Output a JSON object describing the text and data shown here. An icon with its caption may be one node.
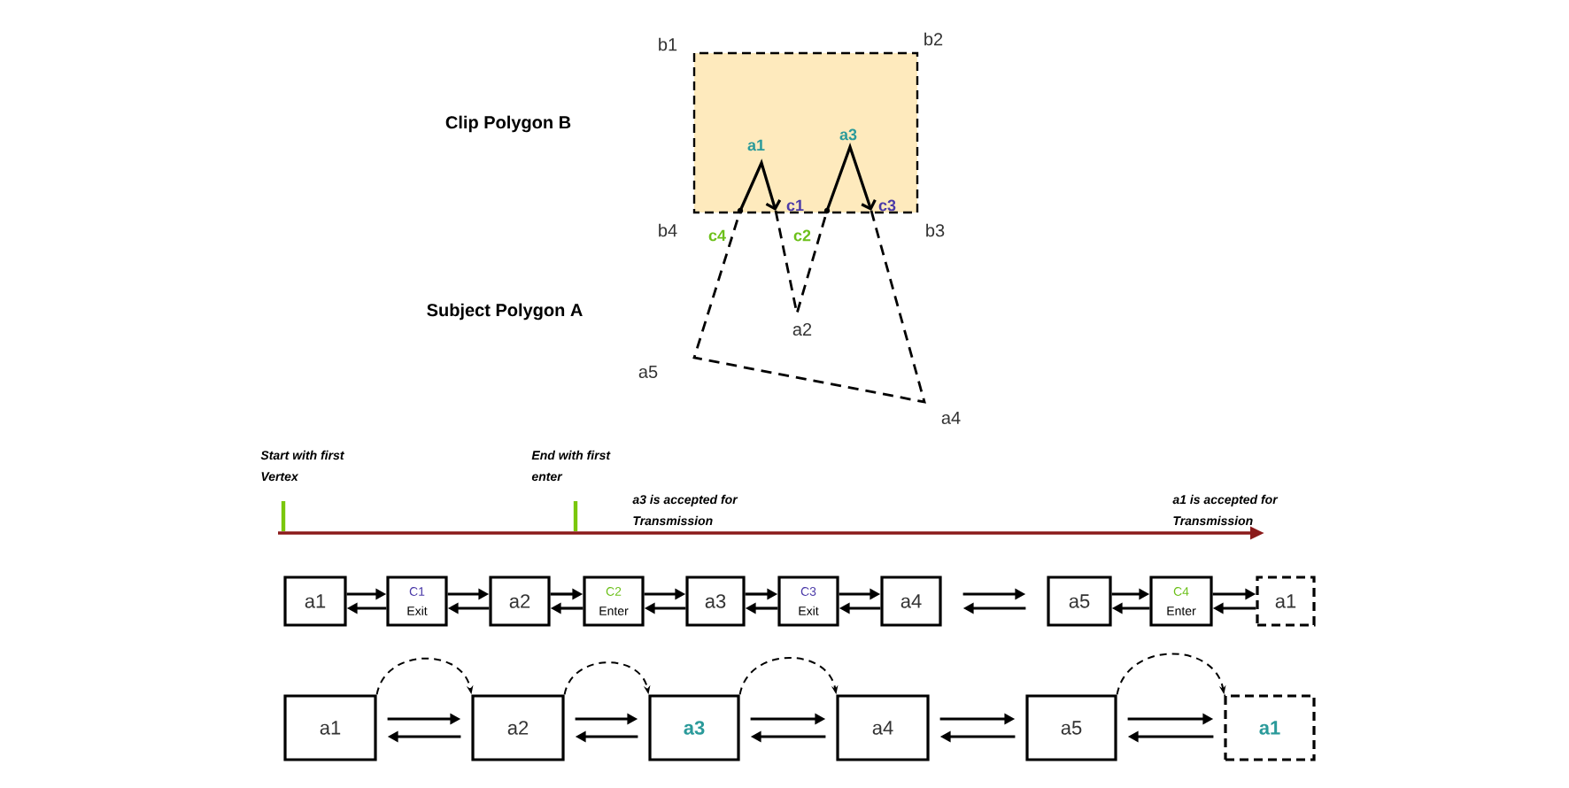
{
  "diagram": {
    "nodes": [
      {
        "text": [
          "a1"
        ]
      },
      {
        "text": [
          "C1",
          "Exit"
        ]
      },
      {
        "text": [
          "a2"
        ]
      },
      {
        "text": [
          "C2",
          "Enter"
        ]
      },
      {
        "text": [
          "a3"
        ]
      },
      {
        "text": [
          "C3",
          "Exit"
        ]
      },
      {
        "text": [
          "a4"
        ]
      },
      {
        "text": [
          "a5"
        ]
      },
      {
        "text": [
          "C4",
          "Enter"
        ]
      },
      {
        "text": [
          "a1"
        ]
      },
      {
        "text": [
          "a1"
        ]
      },
      {
        "text": [
          "a2"
        ]
      },
      {
        "text": [
          "a3"
        ]
      },
      {
        "text": [
          "a4"
        ]
      },
      {
        "text": [
          "a5"
        ]
      },
      {
        "text": [
          "a1"
        ]
      }
    ],
    "edges": [
      {
        "from": 0,
        "to": 1,
        "arrow": "to"
      },
      {
        "from": 1,
        "to": 0,
        "arrow": "to"
      },
      {
        "from": 1,
        "to": 2,
        "arrow": "to"
      },
      {
        "from": 2,
        "to": 1,
        "arrow": "to"
      },
      {
        "from": 2,
        "to": 3,
        "arrow": "to"
      },
      {
        "from": 3,
        "to": 2,
        "arrow": "to"
      },
      {
        "from": 3,
        "to": 4,
        "arrow": "to"
      },
      {
        "from": 4,
        "to": 3,
        "arrow": "to"
      },
      {
        "from": 4,
        "to": 5,
        "arrow": "to"
      },
      {
        "from": 5,
        "to": 4,
        "arrow": "to"
      },
      {
        "from": 5,
        "to": 6,
        "arrow": "to"
      },
      {
        "from": 6,
        "to": 5,
        "arrow": "to"
      },
      {
        "from": 6,
        "to": 7,
        "arrow": "to"
      },
      {
        "from": 7,
        "to": 6,
        "arrow": "to"
      },
      {
        "from": 7,
        "to": 8,
        "arrow": "to"
      },
      {
        "from": 8,
        "to": 7,
        "arrow": "to"
      },
      {
        "from": 8,
        "to": 9,
        "arrow": "to"
      },
      {
        "from": 9,
        "to": 8,
        "arrow": "to"
      },
      {
        "from": 10,
        "to": 11,
        "arrow": "to"
      },
      {
        "from": 11,
        "to": 10,
        "arrow": "to"
      },
      {
        "from": 11,
        "to": 12,
        "arrow": "to"
      },
      {
        "from": 12,
        "to": 11,
        "arrow": "to"
      },
      {
        "from": 12,
        "to": 13,
        "arrow": "to"
      },
      {
        "from": 13,
        "to": 12,
        "arrow": "to"
      },
      {
        "from": 13,
        "to": 14,
        "arrow": "to"
      },
      {
        "from": 14,
        "to": 13,
        "arrow": "to"
      },
      {
        "from": 14,
        "to": 15,
        "arrow": "to"
      },
      {
        "from": 15,
        "to": 14,
        "arrow": "to"
      },
      {
        "from": 10,
        "to": 11,
        "arrow": "to",
        "style": "dashed"
      },
      {
        "from": 11,
        "to": 12,
        "arrow": "to",
        "style": "dashed"
      },
      {
        "from": 12,
        "to": 13,
        "arrow": "to",
        "style": "dashed"
      },
      {
        "from": 14,
        "to": 15,
        "arrow": "to",
        "style": "dashed"
      }
    ],
    "labels": [
      "b1",
      "b2",
      "Clip Polygon B",
      "a1",
      "a3",
      "c1",
      "c3",
      "b4",
      "c4",
      "c2",
      "b3",
      "Subject Polygon A",
      "a2",
      "a5",
      "a4",
      "Start with first Vertex",
      "End with first enter",
      "a3 is accepted for Transmission",
      "a1 is accepted for Transmission"
    ]
  }
}
